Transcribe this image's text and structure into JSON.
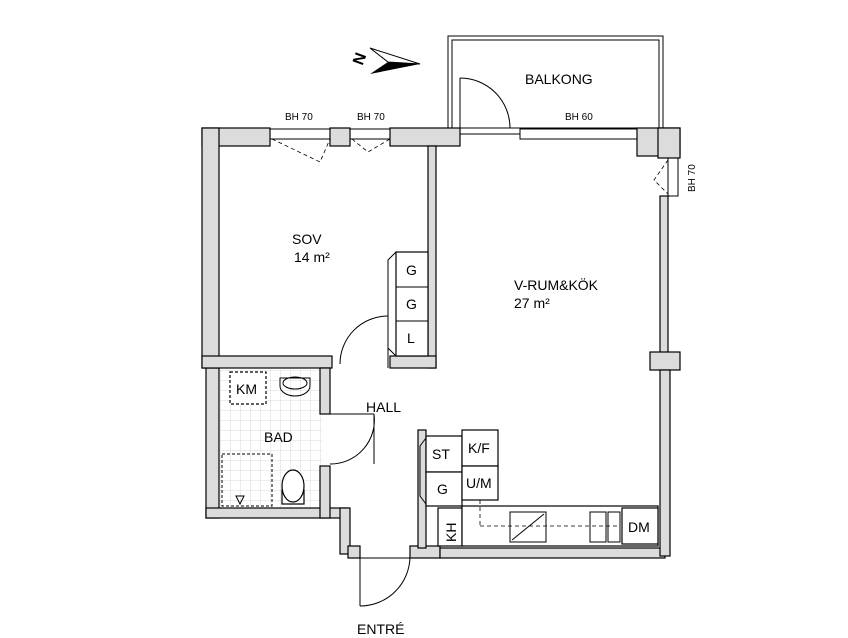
{
  "compass": {
    "label": "N"
  },
  "rooms": {
    "balkong": "BALKONG",
    "sov": "SOV",
    "sov_area": "14 m²",
    "vrum": "V-RUM&KÖK",
    "vrum_area": "27 m²",
    "hall": "HALL",
    "bad": "BAD",
    "entre": "ENTRÉ"
  },
  "windows": {
    "w1": "BH 70",
    "w2": "BH 70",
    "w3": "BH 60",
    "w4": "BH 70"
  },
  "fixtures": {
    "km": "KM",
    "g1": "G",
    "g2": "G",
    "l": "L",
    "st": "ST",
    "g3": "G",
    "kf": "K/F",
    "um": "U/M",
    "kh": "KH",
    "dm": "DM"
  }
}
